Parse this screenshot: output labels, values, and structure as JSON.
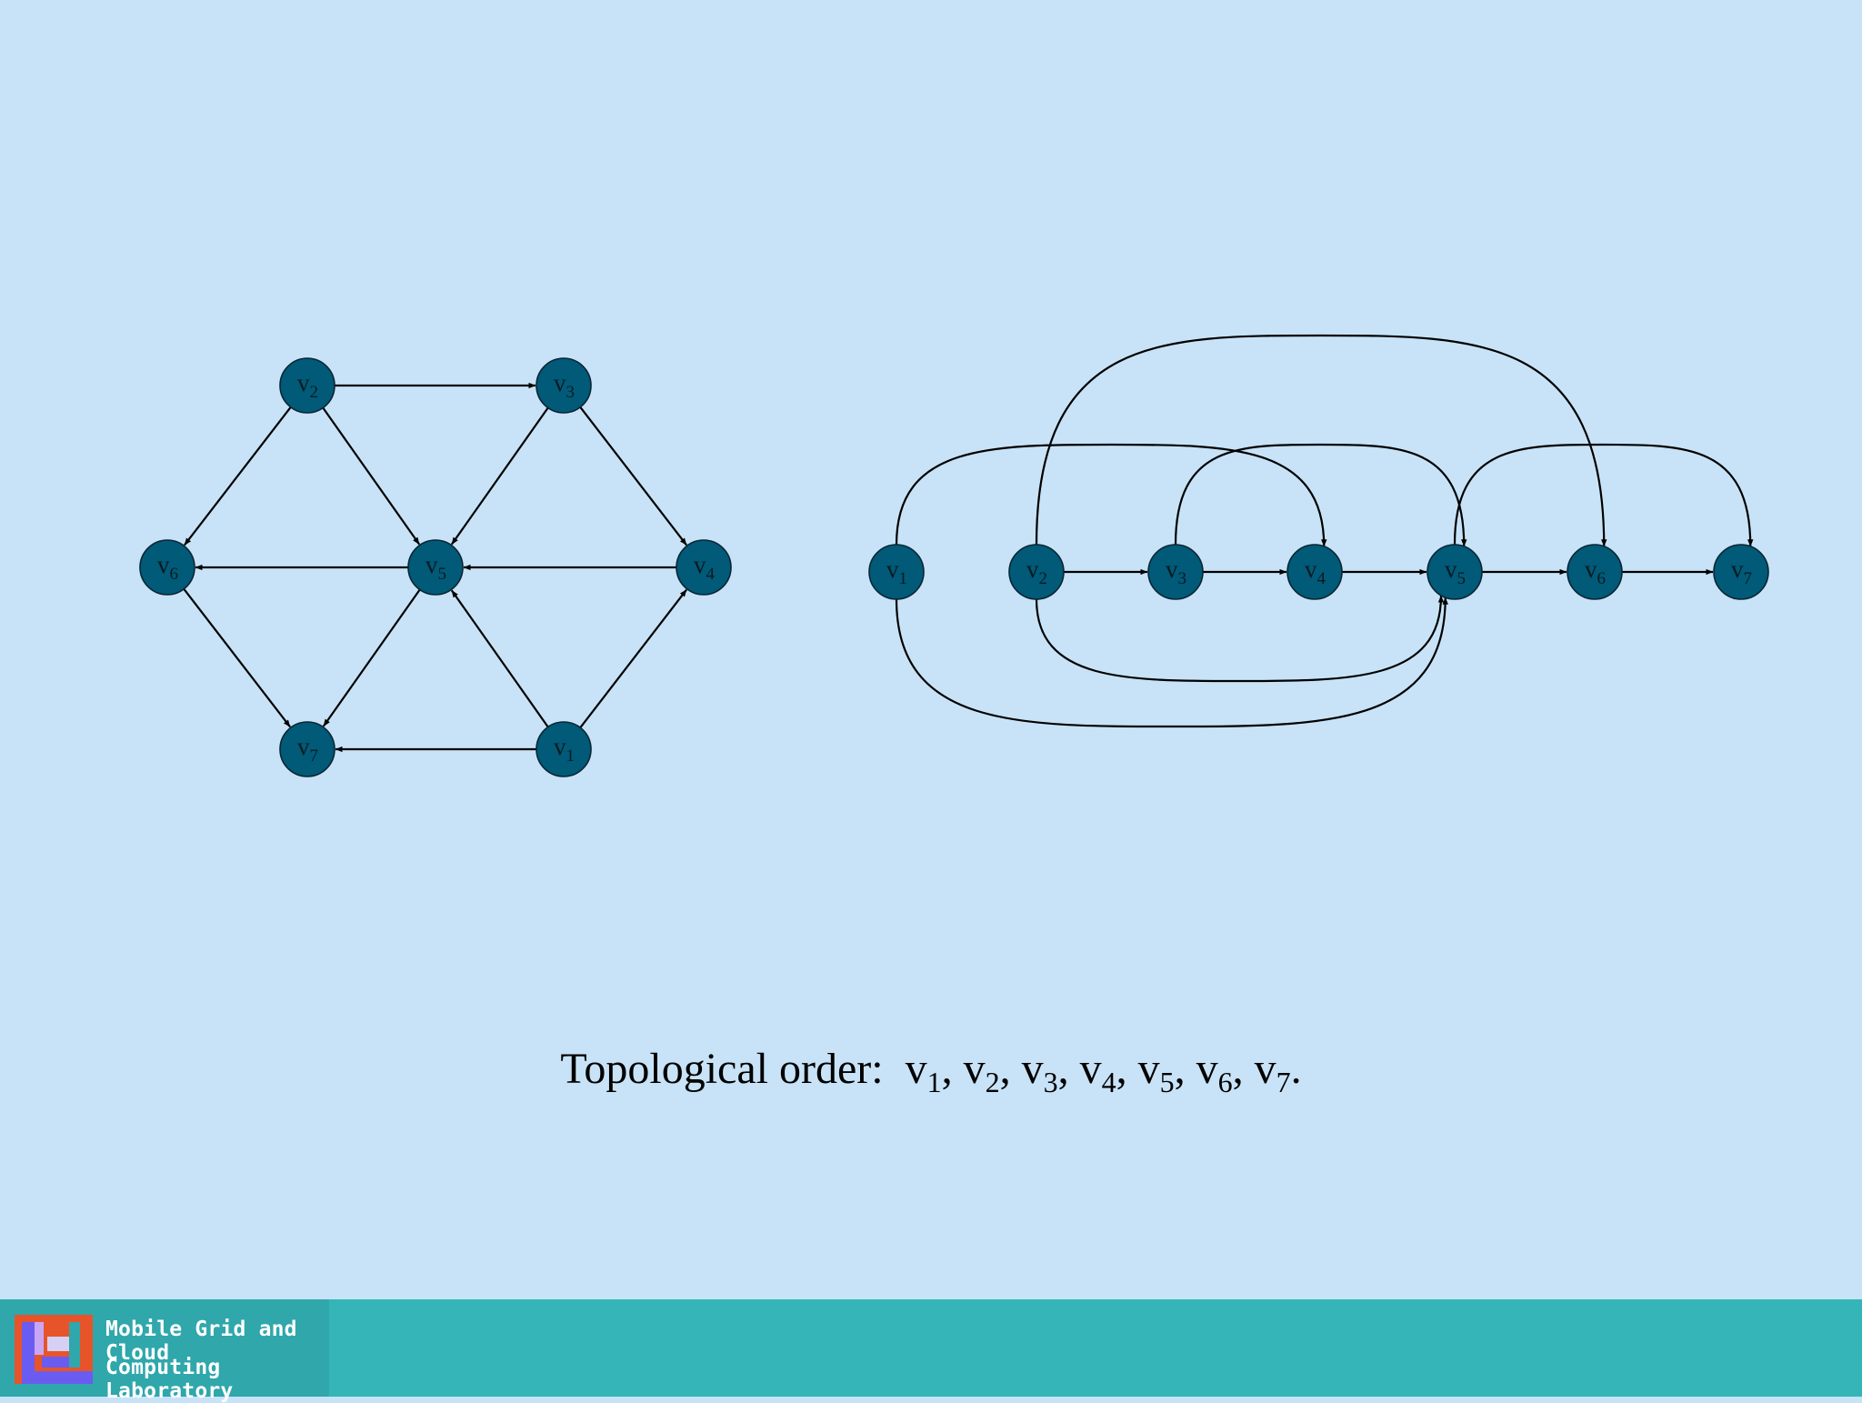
{
  "left_graph": {
    "nodes": [
      {
        "id": "v2",
        "base": "v",
        "sub": "2"
      },
      {
        "id": "v3",
        "base": "v",
        "sub": "3"
      },
      {
        "id": "v6",
        "base": "v",
        "sub": "6"
      },
      {
        "id": "v5",
        "base": "v",
        "sub": "5"
      },
      {
        "id": "v4",
        "base": "v",
        "sub": "4"
      },
      {
        "id": "v7",
        "base": "v",
        "sub": "7"
      },
      {
        "id": "v1",
        "base": "v",
        "sub": "1"
      }
    ],
    "edges": [
      {
        "from": "v2",
        "to": "v3"
      },
      {
        "from": "v2",
        "to": "v6"
      },
      {
        "from": "v2",
        "to": "v5"
      },
      {
        "from": "v3",
        "to": "v5"
      },
      {
        "from": "v3",
        "to": "v4"
      },
      {
        "from": "v5",
        "to": "v6"
      },
      {
        "from": "v4",
        "to": "v5"
      },
      {
        "from": "v6",
        "to": "v7"
      },
      {
        "from": "v5",
        "to": "v7"
      },
      {
        "from": "v1",
        "to": "v7"
      },
      {
        "from": "v1",
        "to": "v5"
      },
      {
        "from": "v1",
        "to": "v4"
      }
    ]
  },
  "right_graph": {
    "nodes": [
      {
        "id": "v1",
        "base": "v",
        "sub": "1"
      },
      {
        "id": "v2",
        "base": "v",
        "sub": "2"
      },
      {
        "id": "v3",
        "base": "v",
        "sub": "3"
      },
      {
        "id": "v4",
        "base": "v",
        "sub": "4"
      },
      {
        "id": "v5",
        "base": "v",
        "sub": "5"
      },
      {
        "id": "v6",
        "base": "v",
        "sub": "6"
      },
      {
        "id": "v7",
        "base": "v",
        "sub": "7"
      }
    ],
    "edges": [
      {
        "from": "v2",
        "to": "v3"
      },
      {
        "from": "v3",
        "to": "v4"
      },
      {
        "from": "v4",
        "to": "v5"
      },
      {
        "from": "v5",
        "to": "v6"
      },
      {
        "from": "v6",
        "to": "v7"
      },
      {
        "from": "v1",
        "to": "v4"
      },
      {
        "from": "v2",
        "to": "v6"
      },
      {
        "from": "v3",
        "to": "v5"
      },
      {
        "from": "v5",
        "to": "v7"
      },
      {
        "from": "v2",
        "to": "v5"
      },
      {
        "from": "v1",
        "to": "v5"
      }
    ]
  },
  "caption": {
    "prefix": "Topological order:",
    "items": [
      {
        "base": "v",
        "sub": "1"
      },
      {
        "base": "v",
        "sub": "2"
      },
      {
        "base": "v",
        "sub": "3"
      },
      {
        "base": "v",
        "sub": "4"
      },
      {
        "base": "v",
        "sub": "5"
      },
      {
        "base": "v",
        "sub": "6"
      },
      {
        "base": "v",
        "sub": "7"
      }
    ],
    "separator": ", ",
    "terminator": "."
  },
  "footer": {
    "logo_line_1": "Mobile Grid and Cloud",
    "logo_line_2": "Computing Laboratory",
    "colors": {
      "bar": "#35b5b8",
      "logo_orange": "#e8542a",
      "logo_purple": "#6a5cf0"
    }
  }
}
